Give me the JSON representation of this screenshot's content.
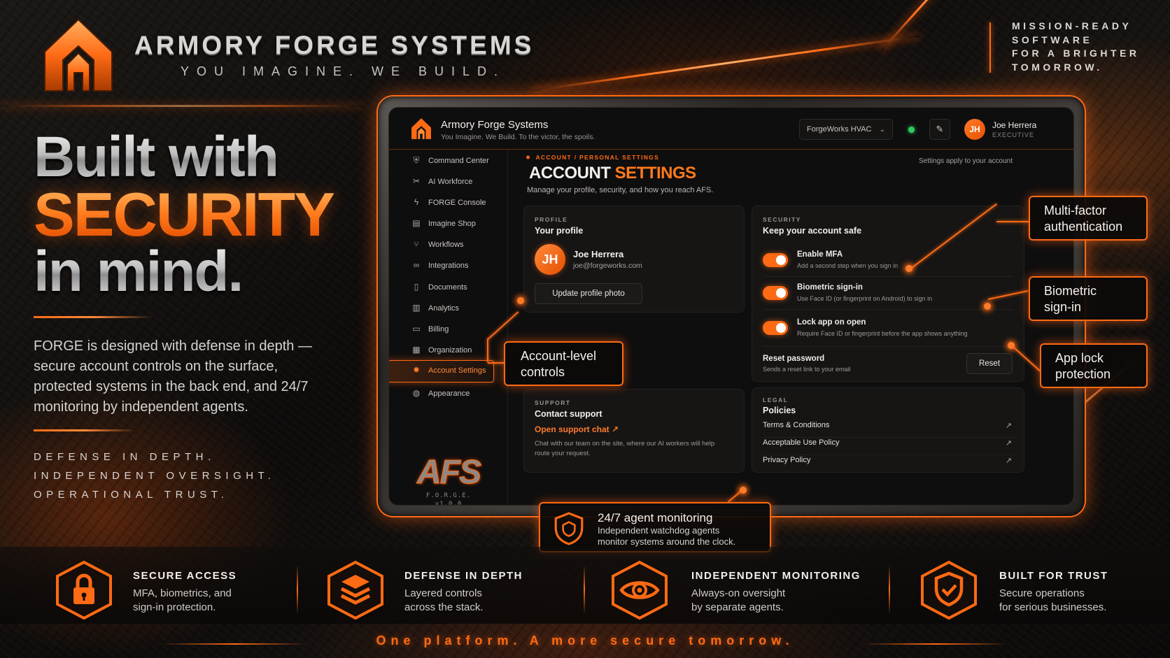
{
  "brand": {
    "title": "ARMORY FORGE SYSTEMS",
    "tagline": "YOU IMAGINE. WE BUILD.",
    "mission": [
      "MISSION-READY",
      "SOFTWARE",
      "FOR A BRIGHTER",
      "TOMORROW."
    ]
  },
  "hero": {
    "line1": "Built with",
    "line2": "SECURITY",
    "line3": "in mind.",
    "description": "FORGE is designed with defense in depth — secure account controls on the surface, protected systems in the back end, and 24/7 monitoring by independent agents.",
    "pillars": [
      "DEFENSE IN DEPTH.",
      "INDEPENDENT OVERSIGHT.",
      "OPERATIONAL TRUST."
    ]
  },
  "app": {
    "title": "Armory Forge Systems",
    "subtitle": "You Imagine. We Build. To the victor, the spoils.",
    "org_select": "ForgeWorks HVAC",
    "user": {
      "initials": "JH",
      "name": "Joe Herrera",
      "role": "EXECUTIVE"
    },
    "nav": [
      {
        "label": "Command Center",
        "icon": "shield-icon"
      },
      {
        "label": "AI Workforce",
        "icon": "tools-icon"
      },
      {
        "label": "FORGE Console",
        "icon": "bolt-icon"
      },
      {
        "label": "Imagine Shop",
        "icon": "shop-icon"
      },
      {
        "label": "Workflows",
        "icon": "workflow-icon"
      },
      {
        "label": "Integrations",
        "icon": "link-icon"
      },
      {
        "label": "Documents",
        "icon": "document-icon"
      },
      {
        "label": "Analytics",
        "icon": "bar-chart-icon"
      },
      {
        "label": "Billing",
        "icon": "credit-card-icon"
      },
      {
        "label": "Organization",
        "icon": "building-icon"
      },
      {
        "label": "Account Settings",
        "icon": "gear-icon",
        "active": true
      },
      {
        "label": "Appearance",
        "icon": "globe-icon"
      }
    ],
    "sidebar_logo": {
      "mark": "AFS",
      "name": "F.O.R.G.E.",
      "version": "v1.0.0"
    },
    "breadcrumb": "ACCOUNT / PERSONAL SETTINGS",
    "page_title_a": "ACCOUNT",
    "page_title_b": "SETTINGS",
    "page_subtitle": "Manage your profile, security, and how you reach AFS.",
    "page_note": "Settings apply to your account",
    "profile": {
      "kicker": "PROFILE",
      "title": "Your profile",
      "initials": "JH",
      "name": "Joe Herrera",
      "email": "joe@forgeworks.com",
      "button": "Update profile photo"
    },
    "security": {
      "kicker": "SECURITY",
      "title": "Keep your account safe",
      "items": [
        {
          "title": "Enable MFA",
          "desc": "Add a second step when you sign in",
          "on": true
        },
        {
          "title": "Biometric sign-in",
          "desc": "Use Face ID (or fingerprint on Android) to sign in",
          "on": true
        },
        {
          "title": "Lock app on open",
          "desc": "Require Face ID or fingerprint before the app shows anything",
          "on": true
        }
      ],
      "reset_title": "Reset password",
      "reset_desc": "Sends a reset link to your email",
      "reset_button": "Reset"
    },
    "support": {
      "kicker": "SUPPORT",
      "title": "Contact support",
      "link": "Open support chat ↗",
      "desc": "Chat with our team on the site, where our AI workers will help route your request."
    },
    "legal": {
      "kicker": "LEGAL",
      "title": "Policies",
      "items": [
        "Terms & Conditions",
        "Acceptable Use Policy",
        "Privacy Policy"
      ],
      "arrow": "↗"
    }
  },
  "callouts": {
    "mfa": [
      "Multi-factor",
      "authentication"
    ],
    "bio": [
      "Biometric",
      "sign-in"
    ],
    "lock": [
      "App lock",
      "protection"
    ],
    "account": [
      "Account-level",
      "controls"
    ],
    "monitor_title": "24/7 agent monitoring",
    "monitor_desc": [
      "Independent watchdog agents",
      "monitor systems around the clock."
    ]
  },
  "features": [
    {
      "title": "SECURE ACCESS",
      "desc": [
        "MFA, biometrics, and",
        "sign-in protection."
      ],
      "icon": "lock-icon"
    },
    {
      "title": "DEFENSE IN DEPTH",
      "desc": [
        "Layered controls",
        "across the stack."
      ],
      "icon": "layers-icon"
    },
    {
      "title": "INDEPENDENT MONITORING",
      "desc": [
        "Always-on oversight",
        "by separate agents."
      ],
      "icon": "eye-icon"
    },
    {
      "title": "BUILT FOR TRUST",
      "desc": [
        "Secure operations",
        "for serious businesses."
      ],
      "icon": "shield-check-icon"
    }
  ],
  "footer": "One platform. A more secure tomorrow.",
  "colors": {
    "accent": "#ff6a14",
    "status_online": "#2ecc5f",
    "background": "#0b0908"
  }
}
